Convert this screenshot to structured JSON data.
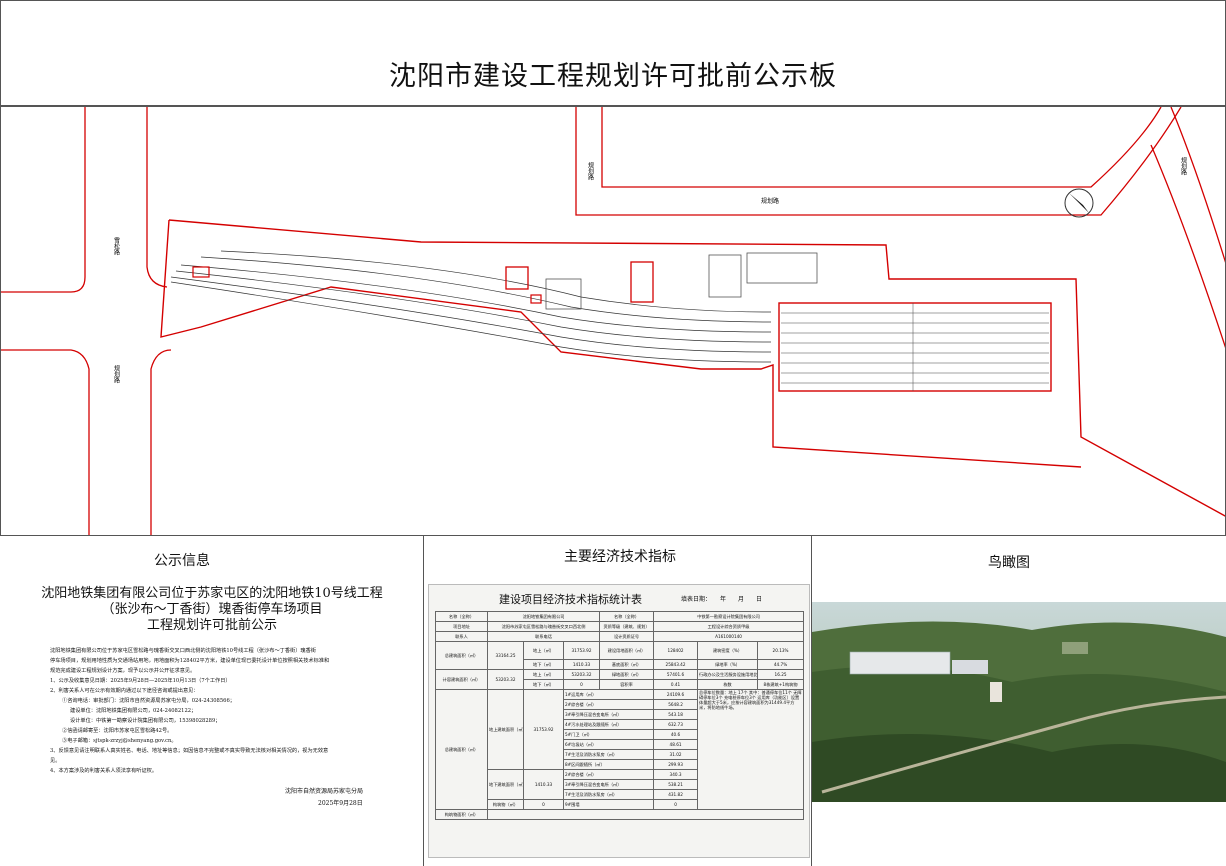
{
  "title": "沈阳市建设工程规划许可批前公示板",
  "map": {
    "road_labels": [
      "规划路",
      "规划路",
      "规划路",
      "雪松路",
      "规划路"
    ]
  },
  "notice": {
    "heading": "公示信息",
    "doc_title_lines": [
      "沈阳地铁集团有限公司位于苏家屯区的沈阳地铁10号线工程",
      "（张沙布～丁香街）瑰香街停车场项目",
      "工程规划许可批前公示"
    ],
    "body_lines": [
      "沈阳地铁集团有限公司位于苏家屯区雪松路与瑰香街交叉口西北侧的沈阳地铁10号线工程（张沙布～丁香街）瑰香街",
      "停车场项目，规划用地性质为交通场站用地，用地面积为128402平方米，建设单位现已委托设计单位按照相关技术标准和",
      "规范完成建设工程规划设计方案，现予以公示并公开征求意见。",
      "1、公示及收集意见日期：2025年9月28日—2025年10月13日（7个工作日）",
      "2、利害关系人可在公示有效期内通过以下途径咨询或提出意见：",
      "①咨询电话：审批部门：沈阳市自然资源局苏家屯分局，024-24308566；",
      "建设单位：沈阳地铁集团有限公司，024-24082122；",
      "设计单位：中铁第一勘察设计院集团有限公司，15398028289；",
      "②信函请邮寄至：沈阳市苏家屯区雪松路42号。",
      "③电子邮箱：sjtspk-zrzyj@shenyang.gov.cn。",
      "3、反馈意见请注明联系人真实姓名、电话、地址等信息；如因信息不完整或不真实导致无法核对相关情况的，视为无效意",
      "见。",
      "4、本方案涉及的利害关系人须法享有听证权。"
    ],
    "signature": "沈阳市自然资源局苏家屯分局",
    "date": "2025年9月28日"
  },
  "econ": {
    "heading": "主要经济技术指标",
    "sheet_title": "建设项目经济技术指标统计表",
    "fill_date": "填表日期：　　年　　月　　日",
    "rows": [
      [
        "名称（全称）",
        "沈阳地铁集团有限公司",
        "名称（全称）",
        "中铁第一勘察设计院集团有限公司"
      ],
      [
        "项目地址",
        "沈阳市苏家屯区雪松路与瑰香街交叉口西北侧",
        "资质等级（建筑、规划）",
        "工程设计综合资质甲级"
      ],
      [
        "联系人",
        "联系电话",
        "设计资质证号",
        "A161000140"
      ],
      [
        "总建筑面积（㎡）",
        "33164.25",
        "地上（㎡）",
        "31753.92",
        "建设用地面积（㎡）",
        "128402",
        "建筑密度（%）",
        "20.13%"
      ],
      [
        "",
        "",
        "地下（㎡）",
        "1410.33",
        "基底面积（㎡）",
        "25843.42",
        "绿地率（%）",
        "44.7%"
      ],
      [
        "计容建筑面积（㎡）",
        "53203.32",
        "地上（㎡）",
        "53203.32",
        "绿地面积（㎡）",
        "57401.6",
        "行政办公及生活服务设施用地比例（%）",
        "16.25"
      ],
      [
        "",
        "",
        "地下（㎡）",
        "0",
        "容积率",
        "0.41",
        "栋数",
        "8栋建筑+1构筑物"
      ]
    ],
    "ground_items": [
      [
        "1#运用库（㎡）",
        "24109.6"
      ],
      [
        "2#综合楼（㎡）",
        "5648.2"
      ],
      [
        "3#牵引降压混合变电所（㎡）",
        "543.18"
      ],
      [
        "4#污水处理站及跟随所（㎡）",
        "632.73"
      ],
      [
        "5#门卫（㎡）",
        "40.6"
      ],
      [
        "6#垃圾站（㎡）",
        "48.61"
      ],
      [
        "7#生活及消防水泵房（㎡）",
        "31.02"
      ],
      [
        "8#区间跟随所（㎡）",
        "299.93"
      ]
    ],
    "underground_items": [
      [
        "2#综合楼（㎡）",
        "340.3"
      ],
      [
        "3#牵引降压混合变电所（㎡）",
        "538.21"
      ],
      [
        "7#生活及消防水泵房（㎡）",
        "431.82"
      ],
      [
        "9#围墙",
        "0"
      ]
    ],
    "labels": {
      "total_area": "总建筑面积（㎡）",
      "above_area": "地上建筑面积（㎡）",
      "above_val": "31753.92",
      "below_area": "地下建筑面积（㎡）",
      "below_val": "1410.33",
      "structure_area": "构筑物面积（㎡）",
      "structure_val": "0",
      "structure_label": "构筑物（㎡）"
    },
    "parking_note": "总停车位数量：地上 17个  其中：普通停车位11个  无障碍停车位3个  充电桩停车位3个  运用库（功能区）设置体量超大于5米，应按计容建筑面积为31449.4平方米，将防地线牛场。"
  },
  "bird": {
    "heading": "鸟瞰图"
  },
  "colors": {
    "red_line": "#d40000",
    "border": "#555555"
  }
}
